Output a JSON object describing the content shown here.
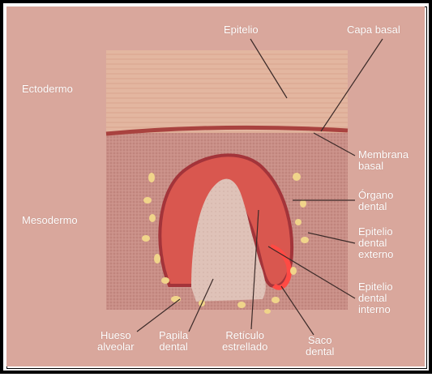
{
  "labels": {
    "epitelio": "Epitelio",
    "capa_basal": "Capa basal",
    "ectodermo": "Ectodermo",
    "membrana_basal": [
      "Membrana",
      "basal"
    ],
    "mesodermo": "Mesodermo",
    "organo_dental": [
      "Órgano",
      "dental"
    ],
    "epitelio_dental_externo": [
      "Epitelio",
      "dental",
      "externo"
    ],
    "epitelio_dental_interno": [
      "Epitelio",
      "dental",
      "interno"
    ],
    "hueso_alveolar": [
      "Hueso",
      "alveolar"
    ],
    "papila_dental": [
      "Papila",
      "dental"
    ],
    "reticulo_estrellado": [
      "Retículo",
      "estrellado"
    ],
    "saco_dental": [
      "Saco",
      "dental"
    ]
  },
  "colors": {
    "paper": "#d9a79c",
    "epithelium": "#e3b6a0",
    "basal_layer": "#a9423f",
    "mesenchyme": "#c98f87",
    "organ": "#d9574f",
    "organ_border": "#a3343a",
    "papilla": "#dfc2b8",
    "outer_epithelium": "#ff4a44",
    "bone": "#f0d48a",
    "label_text": "#ffffff",
    "leader_line": "#3b2a28"
  }
}
